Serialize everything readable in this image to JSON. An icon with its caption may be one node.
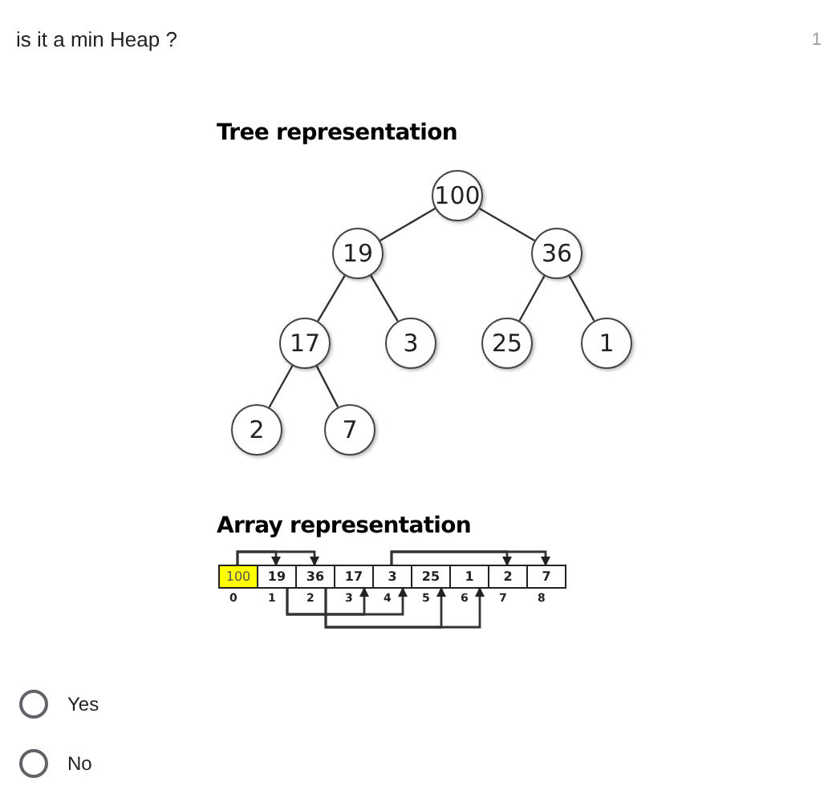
{
  "diagram": {
    "title": "is it a min Heap ?",
    "nodes": [
      {
        "text": [
          "100"
        ]
      },
      {
        "text": [
          "19"
        ]
      },
      {
        "text": [
          "36"
        ]
      },
      {
        "text": [
          "17"
        ]
      },
      {
        "text": [
          "3"
        ]
      },
      {
        "text": [
          "25"
        ]
      },
      {
        "text": [
          "1"
        ]
      },
      {
        "text": [
          "2"
        ]
      },
      {
        "text": [
          "7"
        ]
      },
      {
        "text": [
          "100"
        ],
        "beside": [
          "0"
        ]
      },
      {
        "text": [
          "19"
        ],
        "beside": [
          "1"
        ]
      },
      {
        "text": [
          "36"
        ],
        "beside": [
          "2"
        ]
      },
      {
        "text": [
          "17"
        ],
        "beside": [
          "3"
        ]
      },
      {
        "text": [
          "3"
        ],
        "beside": [
          "4"
        ]
      },
      {
        "text": [
          "25"
        ],
        "beside": [
          "5"
        ]
      },
      {
        "text": [
          "1"
        ],
        "beside": [
          "6"
        ]
      },
      {
        "text": [
          "2"
        ],
        "beside": [
          "7"
        ]
      },
      {
        "text": [
          "7"
        ],
        "beside": [
          "8"
        ]
      }
    ],
    "edges": [
      {
        "from": 0,
        "to": 1,
        "arrow": "none"
      },
      {
        "from": 0,
        "to": 2,
        "arrow": "none"
      },
      {
        "from": 1,
        "to": 3,
        "arrow": "none"
      },
      {
        "from": 1,
        "to": 4,
        "arrow": "none"
      },
      {
        "from": 2,
        "to": 5,
        "arrow": "none"
      },
      {
        "from": 2,
        "to": 6,
        "arrow": "none"
      },
      {
        "from": 3,
        "to": 7,
        "arrow": "none"
      },
      {
        "from": 3,
        "to": 8,
        "arrow": "none"
      },
      {
        "from": 9,
        "to": 10,
        "arrow": "to"
      },
      {
        "from": 9,
        "to": 11,
        "arrow": "to"
      },
      {
        "from": 13,
        "to": 16,
        "arrow": "to"
      },
      {
        "from": 13,
        "to": 17,
        "arrow": "to"
      },
      {
        "from": 10,
        "to": 12,
        "arrow": "to"
      },
      {
        "from": 10,
        "to": 13,
        "arrow": "to"
      },
      {
        "from": 11,
        "to": 14,
        "arrow": "to"
      },
      {
        "from": 11,
        "to": 15,
        "arrow": "to"
      }
    ],
    "labels": [
      "1",
      "Tree representation",
      "Array representation",
      "Yes",
      "No"
    ]
  }
}
